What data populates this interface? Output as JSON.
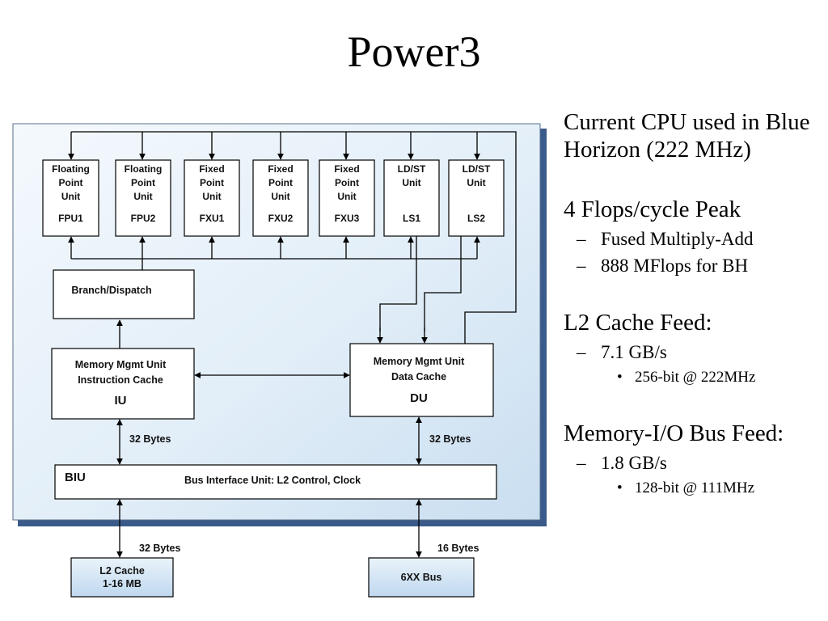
{
  "title": "Power3",
  "diagram": {
    "units": [
      {
        "lines": [
          "Floating",
          "Point",
          "Unit"
        ],
        "id": "FPU1"
      },
      {
        "lines": [
          "Floating",
          "Point",
          "Unit"
        ],
        "id": "FPU2"
      },
      {
        "lines": [
          "Fixed",
          "Point",
          "Unit"
        ],
        "id": "FXU1"
      },
      {
        "lines": [
          "Fixed",
          "Point",
          "Unit"
        ],
        "id": "FXU2"
      },
      {
        "lines": [
          "Fixed",
          "Point",
          "Unit"
        ],
        "id": "FXU3"
      },
      {
        "lines": [
          "LD/ST",
          "Unit"
        ],
        "id": "LS1"
      },
      {
        "lines": [
          "LD/ST",
          "Unit"
        ],
        "id": "LS2"
      }
    ],
    "branch_dispatch": "Branch/Dispatch",
    "iu": {
      "line1": "Memory Mgmt Unit",
      "line2": "Instruction Cache",
      "id": "IU"
    },
    "du": {
      "line1": "Memory Mgmt Unit",
      "line2": "Data Cache",
      "id": "DU"
    },
    "biu": {
      "id": "BIU",
      "label": "Bus Interface Unit: L2 Control, Clock"
    },
    "l2cache": {
      "line1": "L2 Cache",
      "line2": "1-16 MB"
    },
    "bus6xx": "6XX Bus",
    "labels": {
      "iu_biu": "32 Bytes",
      "du_biu": "32 Bytes",
      "biu_l2": "32 Bytes",
      "biu_bus": "16 Bytes"
    }
  },
  "bullets": [
    {
      "text": "Current CPU used in Blue Horizon (222 MHz)",
      "subs": []
    },
    {
      "text": "4 Flops/cycle Peak",
      "subs": [
        {
          "text": "Fused Multiply-Add",
          "subs": []
        },
        {
          "text": "888 MFlops for BH",
          "subs": []
        }
      ]
    },
    {
      "text": "L2 Cache Feed:",
      "subs": [
        {
          "text": "7.1 GB/s",
          "subs": [
            "256-bit @ 222MHz"
          ]
        }
      ]
    },
    {
      "text": "Memory-I/O Bus Feed:",
      "subs": [
        {
          "text": "1.8 GB/s",
          "subs": [
            "128-bit @ 111MHz"
          ]
        }
      ]
    }
  ]
}
